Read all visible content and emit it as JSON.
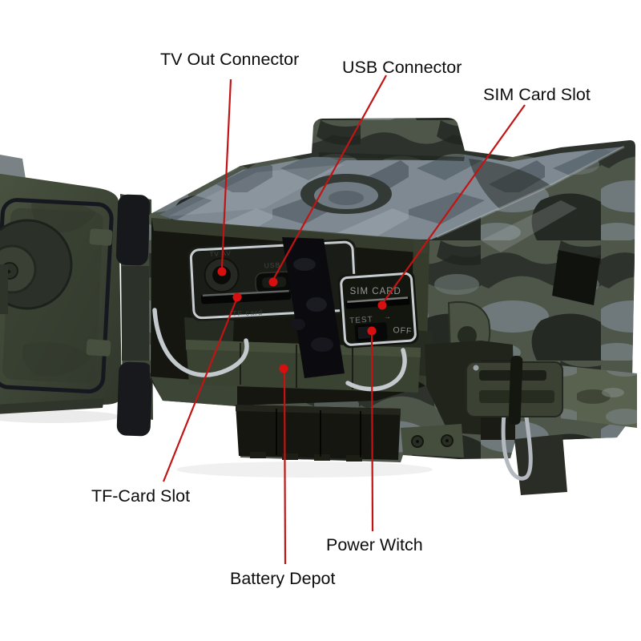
{
  "scene": {
    "description": "Annotated product photo of a camouflage hunting trail camera, opened to show bottom connector compartment",
    "background_color": "#ffffff"
  },
  "callouts": {
    "tv_out": {
      "label": "TV Out Connector"
    },
    "usb": {
      "label": "USB Connector"
    },
    "sim": {
      "label": "SIM Card Slot"
    },
    "tf": {
      "label": "TF-Card Slot"
    },
    "power": {
      "label": "Power Witch"
    },
    "battery": {
      "label": "Battery Depot"
    }
  },
  "device_markings": {
    "sim_slot": "SIM CARD",
    "switch_test": "TEST",
    "switch_arrow": "→",
    "switch_off": "OFF",
    "usb_port": "USB",
    "tf_slot": "TF card",
    "tv_jack": "TV AV"
  },
  "style": {
    "callout_line_color": "#c31414",
    "callout_dot_color": "#d90f0f",
    "label_text_color": "#0d0d0d",
    "body_olive": "#4e564a",
    "body_dark": "#14160f",
    "top_gray": "#7e8992",
    "silver": "#c7ccd0"
  }
}
